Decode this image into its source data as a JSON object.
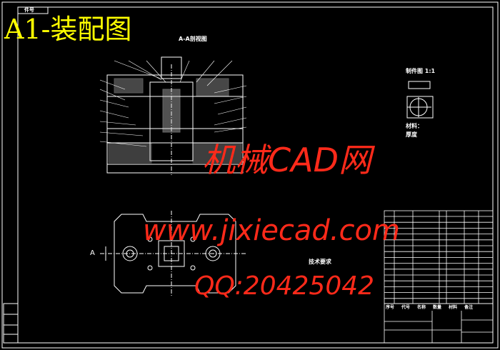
{
  "drawing": {
    "title": "A1-装配图",
    "corner_tag": "件号",
    "section_title": "A-A剖视图",
    "section_marker": "A",
    "part_view_title": "制件图 1:1",
    "part_material": "材料：",
    "part_thickness": "厚度",
    "tech_req_title": "技术要求",
    "table_header": [
      "序号",
      "代号",
      "名称",
      "数量",
      "材料",
      "备注"
    ]
  },
  "watermark": {
    "site_cn": "机械CAD网",
    "url": "www.jixiecad.com",
    "qq": "QQ:20425042"
  },
  "colors": {
    "title": "#ffff00",
    "watermark": "#ff2a1a",
    "lines": "#ffffff"
  }
}
